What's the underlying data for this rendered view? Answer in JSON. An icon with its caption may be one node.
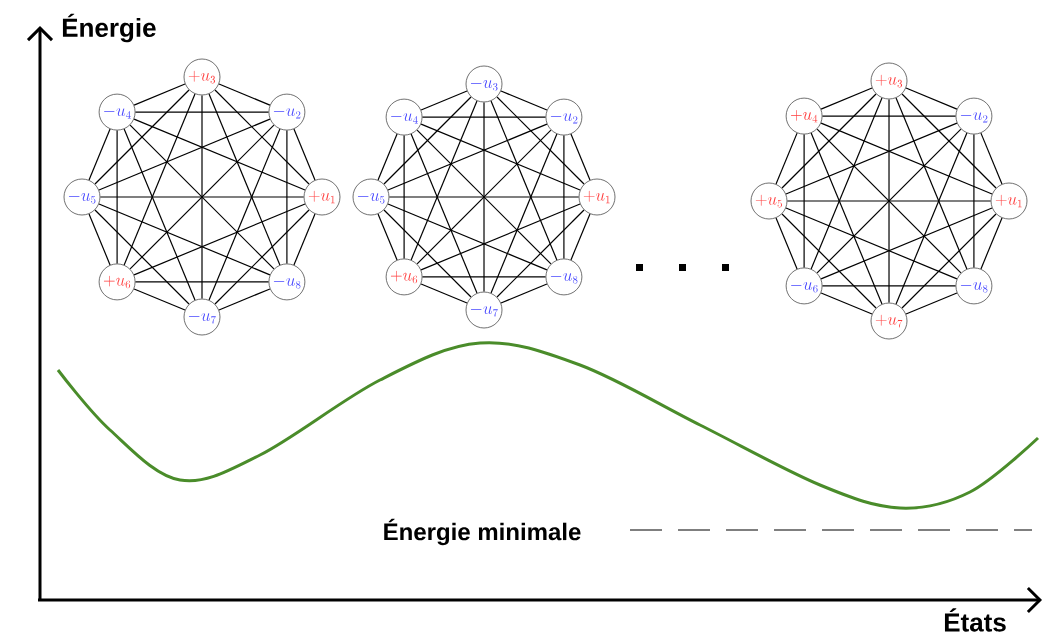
{
  "diagram": {
    "nodes": [
      {
        "text": [
          "+u_{3}"
        ]
      },
      {
        "text": [
          "-u_{4}"
        ]
      },
      {
        "text": [
          "-u_{2}"
        ]
      },
      {
        "text": [
          "-u_{5}"
        ]
      },
      {
        "text": [
          "+u_{1}"
        ]
      },
      {
        "text": [
          "+u_{6}"
        ]
      },
      {
        "text": [
          "-u_{8}"
        ]
      },
      {
        "text": [
          "-u_{7}"
        ]
      },
      {
        "text": [
          "-u_{3}"
        ]
      },
      {
        "text": [
          "-u_{4}"
        ]
      },
      {
        "text": [
          "-u_{2}"
        ]
      },
      {
        "text": [
          "-u_{5}"
        ]
      },
      {
        "text": [
          "+u_{1}"
        ]
      },
      {
        "text": [
          "+u_{6}"
        ]
      },
      {
        "text": [
          "-u_{8}"
        ]
      },
      {
        "text": [
          "-u_{7}"
        ]
      },
      {
        "text": [
          "+u_{3}"
        ]
      },
      {
        "text": [
          "+u_{4}"
        ]
      },
      {
        "text": [
          "-u_{2}"
        ]
      },
      {
        "text": [
          "+u_{5}"
        ]
      },
      {
        "text": [
          "+u_{1}"
        ]
      },
      {
        "text": [
          "-u_{6}"
        ]
      },
      {
        "text": [
          "-u_{8}"
        ]
      },
      {
        "text": [
          "+u_{7}"
        ]
      }
    ],
    "edges": [
      {
        "from": 0,
        "to": 1,
        "arrow": "none"
      },
      {
        "from": 0,
        "to": 2,
        "arrow": "none"
      },
      {
        "from": 0,
        "to": 3,
        "arrow": "none"
      },
      {
        "from": 0,
        "to": 4,
        "arrow": "none"
      },
      {
        "from": 0,
        "to": 5,
        "arrow": "none"
      },
      {
        "from": 0,
        "to": 6,
        "arrow": "none"
      },
      {
        "from": 0,
        "to": 7,
        "arrow": "none"
      },
      {
        "from": 1,
        "to": 2,
        "arrow": "none"
      },
      {
        "from": 1,
        "to": 3,
        "arrow": "none"
      },
      {
        "from": 1,
        "to": 4,
        "arrow": "none"
      },
      {
        "from": 1,
        "to": 5,
        "arrow": "none"
      },
      {
        "from": 1,
        "to": 6,
        "arrow": "none"
      },
      {
        "from": 1,
        "to": 7,
        "arrow": "none"
      },
      {
        "from": 2,
        "to": 3,
        "arrow": "none"
      },
      {
        "from": 2,
        "to": 4,
        "arrow": "none"
      },
      {
        "from": 2,
        "to": 5,
        "arrow": "none"
      },
      {
        "from": 2,
        "to": 6,
        "arrow": "none"
      },
      {
        "from": 2,
        "to": 7,
        "arrow": "none"
      },
      {
        "from": 3,
        "to": 4,
        "arrow": "none"
      },
      {
        "from": 3,
        "to": 5,
        "arrow": "none"
      },
      {
        "from": 3,
        "to": 6,
        "arrow": "none"
      },
      {
        "from": 3,
        "to": 7,
        "arrow": "none"
      },
      {
        "from": 4,
        "to": 5,
        "arrow": "none"
      },
      {
        "from": 4,
        "to": 6,
        "arrow": "none"
      },
      {
        "from": 4,
        "to": 7,
        "arrow": "none"
      },
      {
        "from": 5,
        "to": 6,
        "arrow": "none"
      },
      {
        "from": 5,
        "to": 7,
        "arrow": "none"
      },
      {
        "from": 6,
        "to": 7,
        "arrow": "none"
      },
      {
        "from": 8,
        "to": 9,
        "arrow": "none"
      },
      {
        "from": 8,
        "to": 10,
        "arrow": "none"
      },
      {
        "from": 8,
        "to": 11,
        "arrow": "none"
      },
      {
        "from": 8,
        "to": 12,
        "arrow": "none"
      },
      {
        "from": 8,
        "to": 13,
        "arrow": "none"
      },
      {
        "from": 8,
        "to": 14,
        "arrow": "none"
      },
      {
        "from": 8,
        "to": 15,
        "arrow": "none"
      },
      {
        "from": 9,
        "to": 10,
        "arrow": "none"
      },
      {
        "from": 9,
        "to": 11,
        "arrow": "none"
      },
      {
        "from": 9,
        "to": 12,
        "arrow": "none"
      },
      {
        "from": 9,
        "to": 13,
        "arrow": "none"
      },
      {
        "from": 9,
        "to": 14,
        "arrow": "none"
      },
      {
        "from": 9,
        "to": 15,
        "arrow": "none"
      },
      {
        "from": 10,
        "to": 11,
        "arrow": "none"
      },
      {
        "from": 10,
        "to": 12,
        "arrow": "none"
      },
      {
        "from": 10,
        "to": 13,
        "arrow": "none"
      },
      {
        "from": 10,
        "to": 14,
        "arrow": "none"
      },
      {
        "from": 10,
        "to": 15,
        "arrow": "none"
      },
      {
        "from": 11,
        "to": 12,
        "arrow": "none"
      },
      {
        "from": 11,
        "to": 13,
        "arrow": "none"
      },
      {
        "from": 11,
        "to": 14,
        "arrow": "none"
      },
      {
        "from": 11,
        "to": 15,
        "arrow": "none"
      },
      {
        "from": 12,
        "to": 13,
        "arrow": "none"
      },
      {
        "from": 12,
        "to": 14,
        "arrow": "none"
      },
      {
        "from": 12,
        "to": 15,
        "arrow": "none"
      },
      {
        "from": 13,
        "to": 14,
        "arrow": "none"
      },
      {
        "from": 13,
        "to": 15,
        "arrow": "none"
      },
      {
        "from": 14,
        "to": 15,
        "arrow": "none"
      },
      {
        "from": 16,
        "to": 17,
        "arrow": "none"
      },
      {
        "from": 16,
        "to": 18,
        "arrow": "none"
      },
      {
        "from": 16,
        "to": 19,
        "arrow": "none"
      },
      {
        "from": 16,
        "to": 20,
        "arrow": "none"
      },
      {
        "from": 16,
        "to": 21,
        "arrow": "none"
      },
      {
        "from": 16,
        "to": 22,
        "arrow": "none"
      },
      {
        "from": 16,
        "to": 23,
        "arrow": "none"
      },
      {
        "from": 17,
        "to": 18,
        "arrow": "none"
      },
      {
        "from": 17,
        "to": 19,
        "arrow": "none"
      },
      {
        "from": 17,
        "to": 20,
        "arrow": "none"
      },
      {
        "from": 17,
        "to": 21,
        "arrow": "none"
      },
      {
        "from": 17,
        "to": 22,
        "arrow": "none"
      },
      {
        "from": 17,
        "to": 23,
        "arrow": "none"
      },
      {
        "from": 18,
        "to": 19,
        "arrow": "none"
      },
      {
        "from": 18,
        "to": 20,
        "arrow": "none"
      },
      {
        "from": 18,
        "to": 21,
        "arrow": "none"
      },
      {
        "from": 18,
        "to": 22,
        "arrow": "none"
      },
      {
        "from": 18,
        "to": 23,
        "arrow": "none"
      },
      {
        "from": 19,
        "to": 20,
        "arrow": "none"
      },
      {
        "from": 19,
        "to": 21,
        "arrow": "none"
      },
      {
        "from": 19,
        "to": 22,
        "arrow": "none"
      },
      {
        "from": 19,
        "to": 23,
        "arrow": "none"
      },
      {
        "from": 20,
        "to": 21,
        "arrow": "none"
      },
      {
        "from": 20,
        "to": 22,
        "arrow": "none"
      },
      {
        "from": 20,
        "to": 23,
        "arrow": "none"
      },
      {
        "from": 21,
        "to": 22,
        "arrow": "none"
      },
      {
        "from": 21,
        "to": 23,
        "arrow": "none"
      },
      {
        "from": 22,
        "to": 23,
        "arrow": "none"
      }
    ],
    "labels": [
      "Énergie",
      "Énergie minimale",
      "États"
    ]
  }
}
